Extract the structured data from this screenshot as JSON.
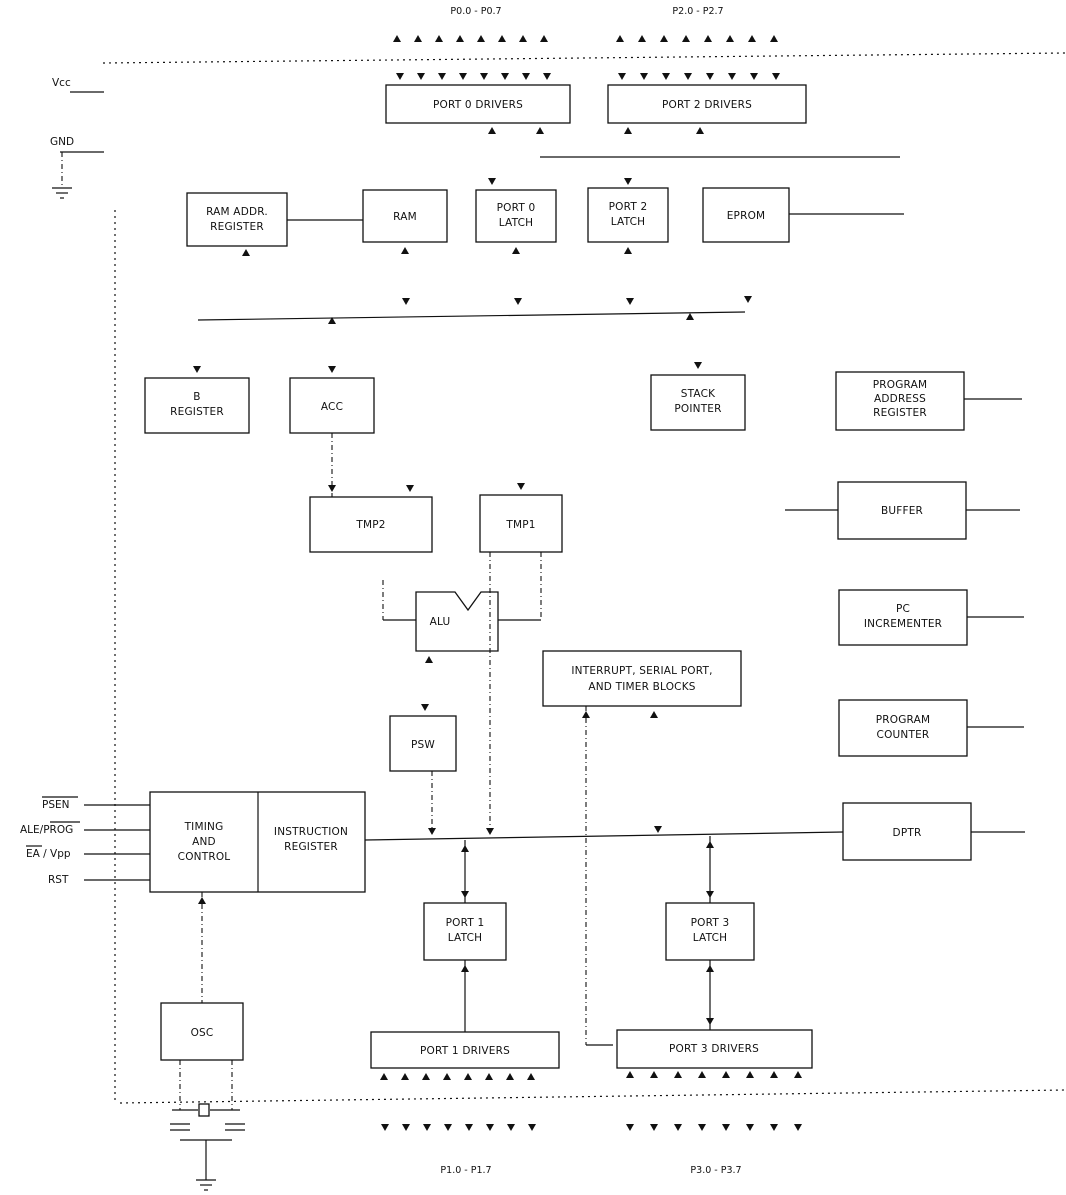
{
  "pin_groups": {
    "p0": "P0.0 - P0.7",
    "p2": "P2.0 - P2.7",
    "p1": "P1.0 - P1.7",
    "p3": "P3.0 - P3.7"
  },
  "power": {
    "vcc": "Vcc",
    "gnd": "GND"
  },
  "blocks": {
    "port0_drivers": "PORT 0 DRIVERS",
    "port2_drivers": "PORT 2 DRIVERS",
    "ram_addr_register": [
      "RAM ADDR.",
      "REGISTER"
    ],
    "ram": "RAM",
    "port0_latch": [
      "PORT 0",
      "LATCH"
    ],
    "port2_latch": [
      "PORT 2",
      "LATCH"
    ],
    "eprom": "EPROM",
    "b_register": [
      "B",
      "REGISTER"
    ],
    "acc": "ACC",
    "stack_pointer": [
      "STACK",
      "POINTER"
    ],
    "program_address_register": [
      "PROGRAM",
      "ADDRESS",
      "REGISTER"
    ],
    "tmp2": "TMP2",
    "tmp1": "TMP1",
    "buffer": "BUFFER",
    "alu": "ALU",
    "pc_incrementer": [
      "PC",
      "INCREMENTER"
    ],
    "interrupt_serial_timer": [
      "INTERRUPT, SERIAL PORT,",
      "AND TIMER BLOCKS"
    ],
    "program_counter": [
      "PROGRAM",
      "COUNTER"
    ],
    "psw": "PSW",
    "timing_control": [
      "TIMING",
      "AND",
      "CONTROL"
    ],
    "instruction_register": [
      "INSTRUCTION",
      "REGISTER"
    ],
    "dptr": "DPTR",
    "port1_latch": [
      "PORT 1",
      "LATCH"
    ],
    "port3_latch": [
      "PORT 3",
      "LATCH"
    ],
    "osc": "OSC",
    "port1_drivers": "PORT 1 DRIVERS",
    "port3_drivers": "PORT 3 DRIVERS"
  },
  "control_signals": {
    "psen": "PSEN",
    "ale": "ALE/PROG",
    "ea": "EA / Vpp",
    "rst": "RST"
  }
}
